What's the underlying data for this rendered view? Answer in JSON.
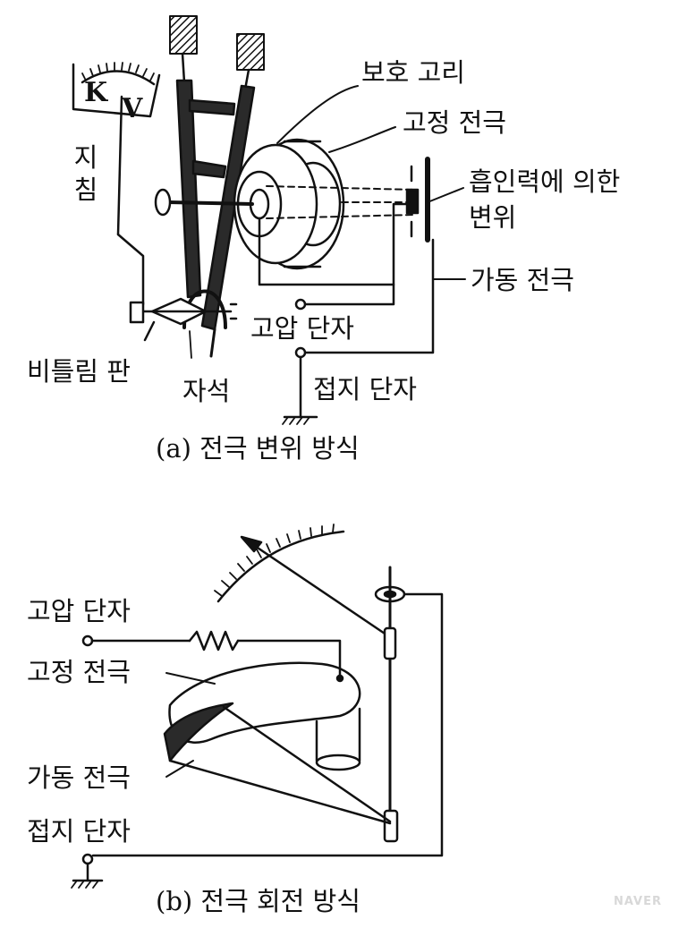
{
  "figure_a": {
    "caption": "(a) 전극 변위 방식",
    "meter_k": "K",
    "meter_v": "V",
    "labels": {
      "guard_ring": "보호 고리",
      "fixed_electrode": "고정 전극",
      "displacement_line1": "흡인력에 의한",
      "displacement_line2": "변위",
      "movable_electrode": "가동 전극",
      "high_voltage_terminal": "고압 단자",
      "ground_terminal": "접지 단자",
      "torsion_plate": "비틀림 판",
      "magnet": "자석",
      "pointer_char1": "지",
      "pointer_char2": "침"
    }
  },
  "figure_b": {
    "caption": "(b) 전극 회전 방식",
    "labels": {
      "high_voltage_terminal": "고압 단자",
      "fixed_electrode": "고정 전극",
      "movable_electrode": "가동 전극",
      "ground_terminal": "접지 단자"
    }
  },
  "watermark": "NAVER"
}
